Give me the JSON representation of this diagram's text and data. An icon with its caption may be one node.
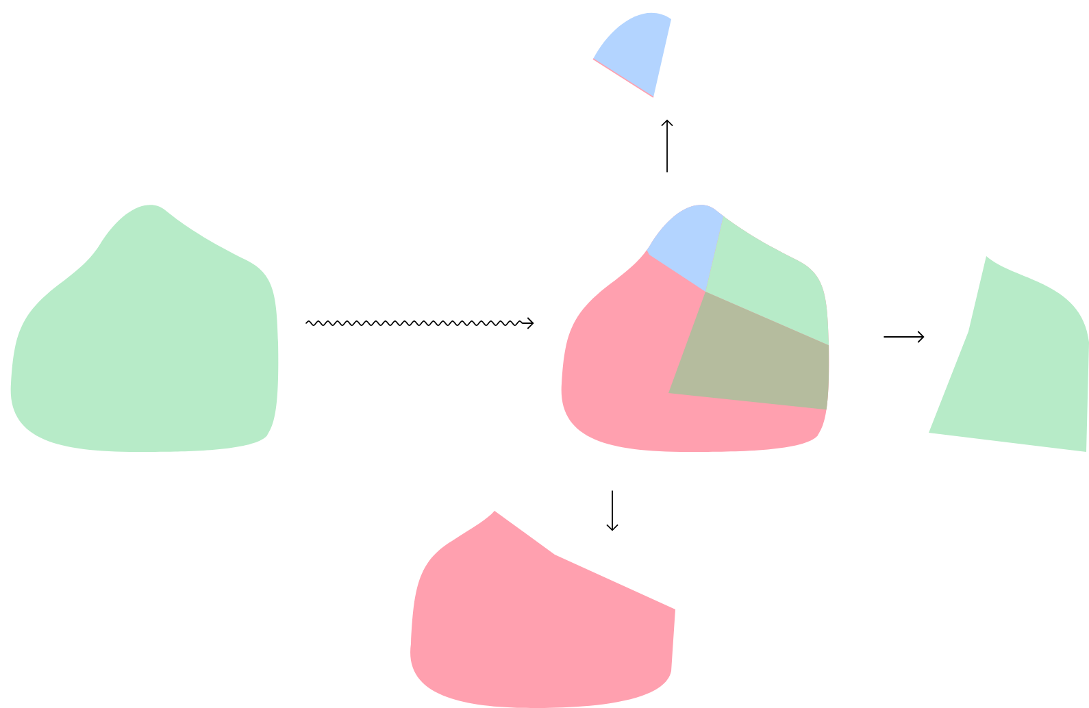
{
  "diagram": {
    "nodes": [
      {
        "text": [],
        "shape": "blob"
      },
      {
        "text": [],
        "shape": "blob"
      },
      {
        "text": [],
        "shape": "blob"
      },
      {
        "text": [],
        "shape": "blob"
      },
      {
        "text": [],
        "shape": "blob"
      }
    ],
    "edges": [
      {
        "from": 0,
        "to": 1,
        "arrow": "to"
      },
      {
        "from": 1,
        "to": 2,
        "arrow": "to"
      },
      {
        "from": 1,
        "to": 3,
        "arrow": "to"
      },
      {
        "from": 1,
        "to": 4,
        "arrow": "to"
      }
    ]
  }
}
